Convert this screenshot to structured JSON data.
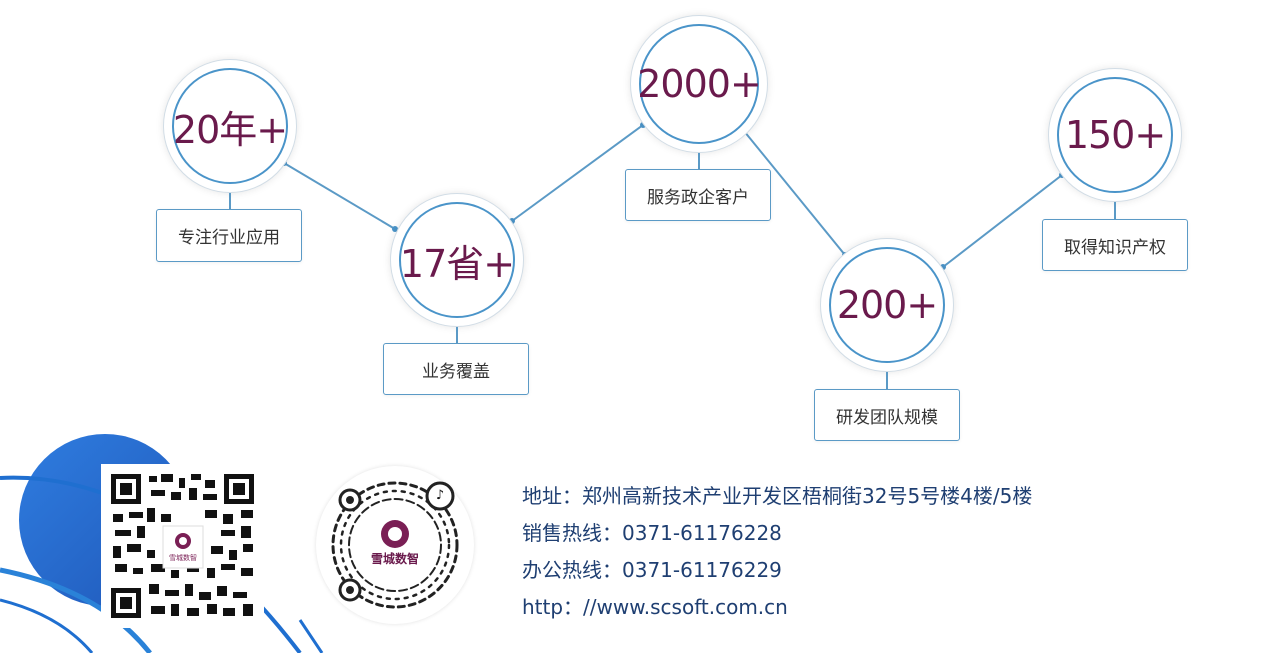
{
  "stats": [
    {
      "value": "20年+",
      "label": "专注行业应用"
    },
    {
      "value": "17省+",
      "label": "业务覆盖"
    },
    {
      "value": "2000+",
      "label": "服务政企客户"
    },
    {
      "value": "200+",
      "label": "研发团队规模"
    },
    {
      "value": "150+",
      "label": "取得知识产权"
    }
  ],
  "contact": {
    "address": "地址：郑州高新技术产业开发区梧桐街32号5号楼4楼/5楼",
    "sales_hotline": "销售热线：0371-61176228",
    "office_hotline": "办公热线：0371-61176229",
    "website": "http：//www.scsoft.com.cn"
  },
  "miniprogram": {
    "logo_text": "雪城数智",
    "icon": "tiktok-icon"
  },
  "qr_code": {
    "logo_text": "雪城数智"
  },
  "colors": {
    "number": "#6a1a4c",
    "accent_blue": "#4a94c9",
    "contact_text": "#1f3f72",
    "decor_blue": "#2f6fd6"
  }
}
